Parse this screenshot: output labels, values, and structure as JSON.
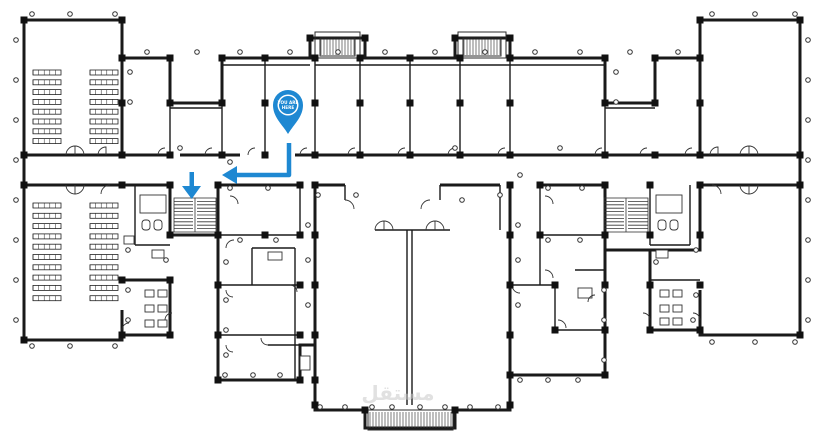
{
  "marker": {
    "line1": "YOU ARE",
    "line2": "HERE",
    "color": "#1e88d2"
  },
  "route": {
    "color": "#1e88d2"
  },
  "watermark": {
    "text": "مستقل"
  },
  "colors": {
    "wall": "#1a1a1a",
    "background": "#ffffff"
  }
}
